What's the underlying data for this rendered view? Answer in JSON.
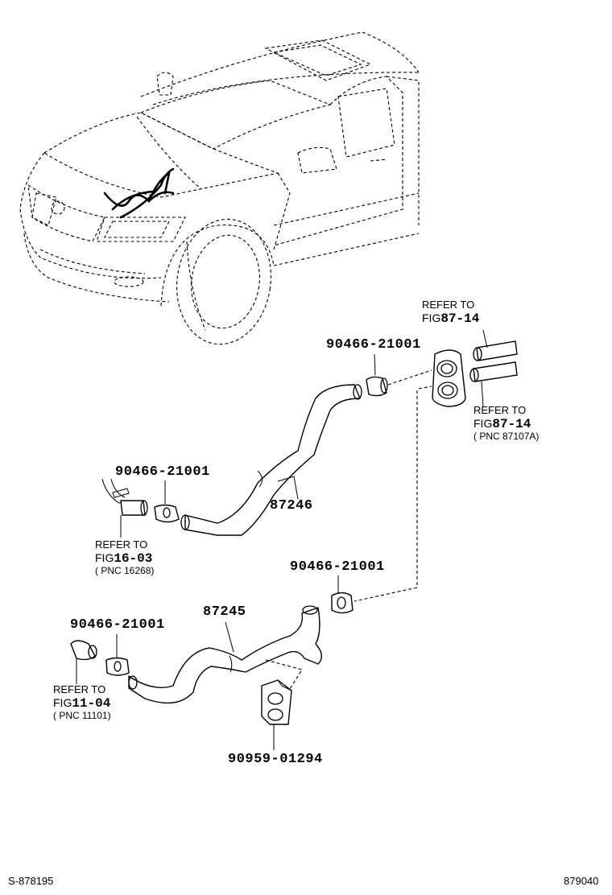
{
  "parts": {
    "clamp_upper": "90466-21001",
    "clamp_left": "90466-21001",
    "clamp_mid_right": "90466-21001",
    "clamp_lower_left": "90466-21001",
    "hose_upper": "87246",
    "hose_lower": "87245",
    "clip": "90959-01294"
  },
  "refs": {
    "top_right": {
      "line1": "REFER TO",
      "prefix": "FIG",
      "fig": "87-14"
    },
    "mid_right": {
      "line1": "REFER TO",
      "prefix": "FIG",
      "fig": "87-14",
      "pnc": "( PNC 87107A)"
    },
    "left": {
      "line1": "REFER TO",
      "prefix": "FIG",
      "fig": "16-03",
      "pnc": "( PNC 16268)"
    },
    "lower_left": {
      "line1": "REFER TO",
      "prefix": "FIG",
      "fig": "11-04",
      "pnc": "( PNC 11101)"
    }
  },
  "footer": {
    "left_code": "S-878195",
    "right_code": "879040"
  }
}
